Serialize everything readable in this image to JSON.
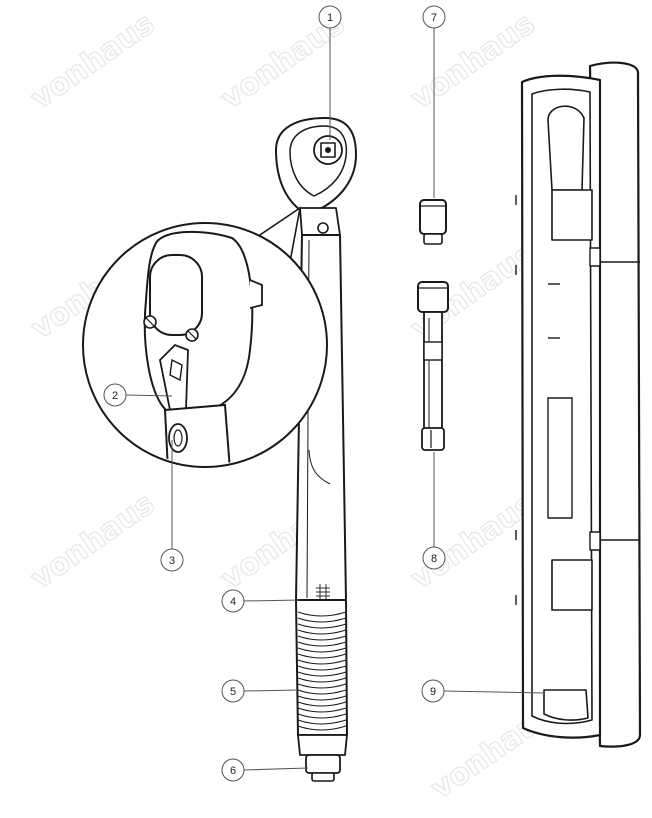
{
  "watermark": {
    "text": "vonhaus"
  },
  "callouts": [
    {
      "id": 1,
      "label": "1"
    },
    {
      "id": 2,
      "label": "2"
    },
    {
      "id": 3,
      "label": "3"
    },
    {
      "id": 4,
      "label": "4"
    },
    {
      "id": 5,
      "label": "5"
    },
    {
      "id": 6,
      "label": "6"
    },
    {
      "id": 7,
      "label": "7"
    },
    {
      "id": 8,
      "label": "8"
    },
    {
      "id": 9,
      "label": "9"
    }
  ],
  "colors": {
    "line": "#1a1a1a",
    "callout_stroke": "#555555",
    "watermark": "#e6e6e6",
    "background": "#ffffff"
  }
}
